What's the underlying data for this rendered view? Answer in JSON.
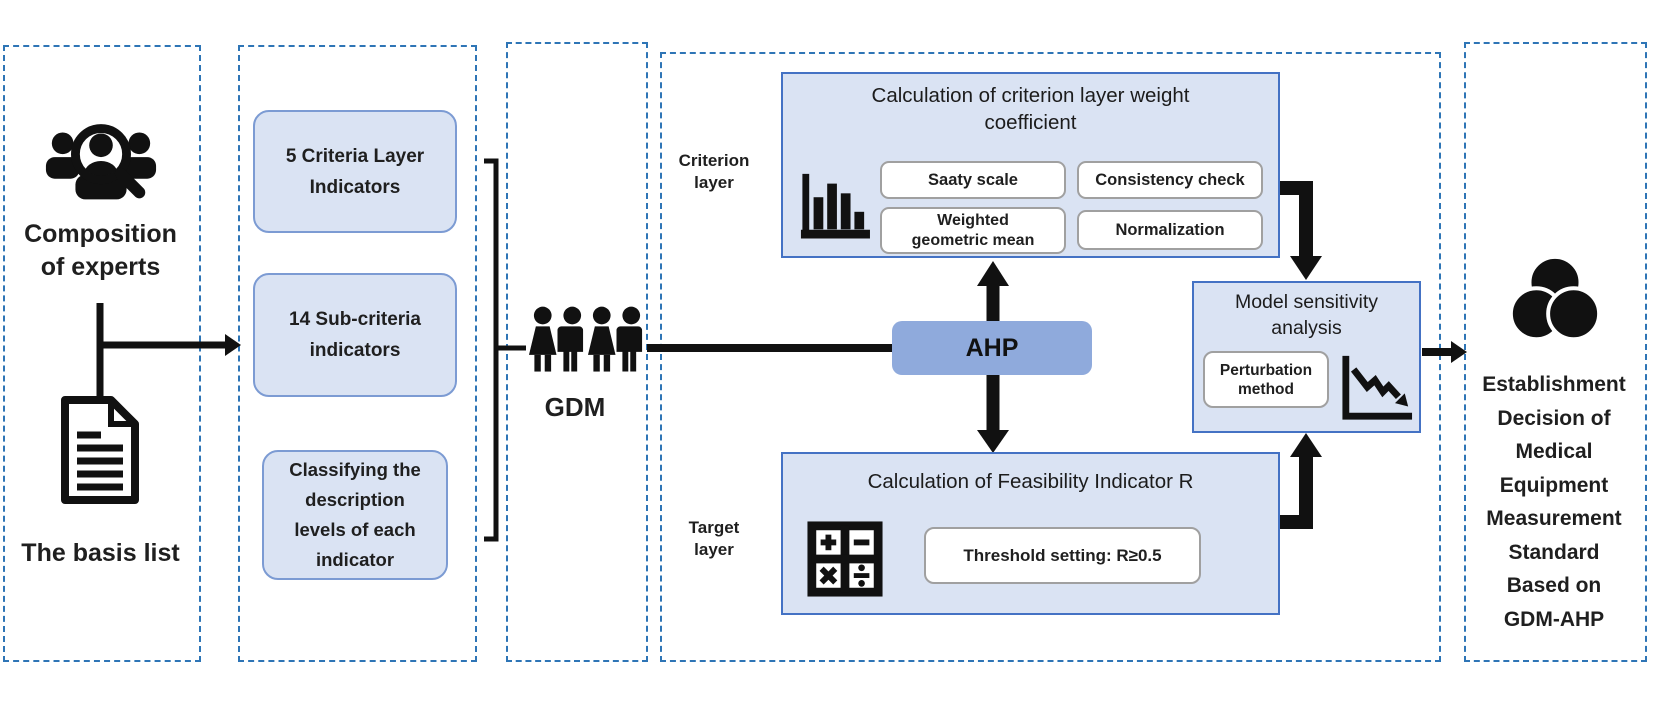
{
  "palette": {
    "dashed_border": "#2E75B6",
    "panel_fill": "#DAE3F3",
    "panel_border": "#4472C4",
    "rounded_box_border": "#7C9BD3",
    "ahp_fill": "#8FAADC",
    "white_step_border": "#A0A0A0",
    "arrow_color": "#111111",
    "text_color": "#1F1F1F"
  },
  "inputs_panel": {
    "experts_icon": "experts-search-icon",
    "experts_label": "Composition\nof experts",
    "document_icon": "document-icon",
    "basis_label": "The basis list"
  },
  "indicators_panel": {
    "items": [
      "5 Criteria Layer\nIndicators",
      "14 Sub-criteria\nindicators",
      "Classifying the\ndescription\nlevels of each\nindicator"
    ]
  },
  "gdm_panel": {
    "group_icon": "people-group-icon",
    "label": "GDM"
  },
  "process_panel": {
    "criterion_layer_label": "Criterion\nlayer",
    "target_layer_label": "Target\nlayer",
    "criterion_box": {
      "title": "Calculation of criterion layer weight\ncoefficient",
      "chart_icon": "bar-chart-icon",
      "steps": [
        "Saaty scale",
        "Consistency check",
        "Weighted\ngeometric mean",
        "Normalization"
      ]
    },
    "ahp_label": "AHP",
    "feasibility_box": {
      "title": "Calculation of Feasibility Indicator R",
      "calculator_icon": "calculator-icon",
      "threshold_label": "Threshold setting: R≥0.5"
    },
    "sensitivity_box": {
      "title": "Model sensitivity\nanalysis",
      "method_label": "Perturbation\nmethod",
      "trend_icon": "declining-chart-icon"
    }
  },
  "output_panel": {
    "venn_icon": "venn-diagram-icon",
    "label": "Establishment\nDecision of\nMedical\nEquipment\nMeasurement\nStandard\nBased on\nGDM-AHP"
  }
}
